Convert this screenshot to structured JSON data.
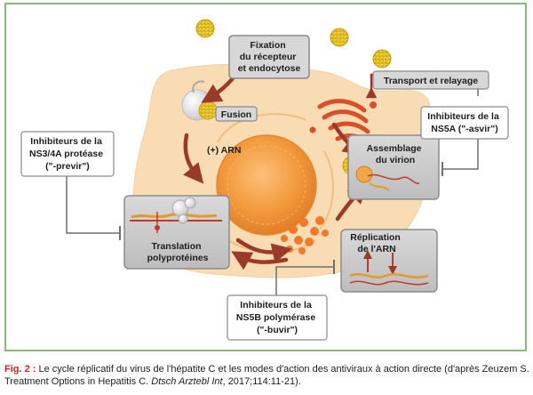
{
  "diagram": {
    "labels": {
      "fixation": [
        "Fixation",
        "du récepteur",
        "et endocytose"
      ],
      "fusion": "Fusion",
      "arn_plus": "(+) ARN",
      "transport": "Transport et relayage",
      "ns5a_inhibitors": [
        "Inhibiteurs de la",
        "NS5A (\"-asvir\")"
      ],
      "ns3_inhibitors": [
        "Inhibiteurs de la",
        "NS3/4A protéase",
        "(\"-previr\")"
      ],
      "assembly": [
        "Assemblage",
        "du virion"
      ],
      "translation": [
        "Translation",
        "polyprotéines"
      ],
      "replication": [
        "Réplication",
        "de l'ARN"
      ],
      "ns5b_inhibitors": [
        "Inhibiteurs de la",
        "NS5B polymérase",
        "(\"-buvir\")"
      ]
    },
    "colors": {
      "cell": "#f9dcb4",
      "nucleus": "#f0963a",
      "arrow": "#9a3a2a",
      "label_box": "#d7d7d7",
      "panel": "#c9c9c9",
      "virus": "#e8c21a",
      "frame": "#8bb880",
      "caption_accent": "#c8261e"
    }
  },
  "caption": {
    "fig_label": "Fig. 2 :",
    "text1": " Le cycle réplicatif du virus de l'hépatite C et les modes d'action des antiviraux à action directe (d'après Zeuzem S. Treatment Options in Hepatitis C. ",
    "journal": "Dtsch Arztebl Int",
    "text2": ", 2017;114:11-21)."
  }
}
